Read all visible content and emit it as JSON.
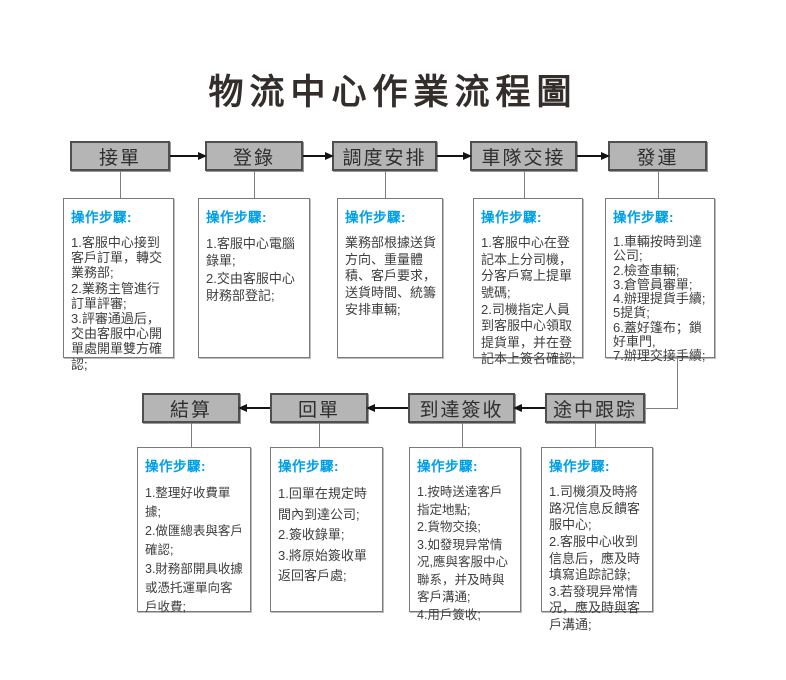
{
  "title": "物流中心作業流程圖",
  "steps_heading": "操作步驟:",
  "top_row": [
    {
      "label": "接單",
      "details": [
        "1.客服中心接到客戶訂單，轉交業務部;",
        "2.業務主管進行訂單評審;",
        "3.評審通過后，交由客服中心開單處開單雙方確認;"
      ]
    },
    {
      "label": "登錄",
      "details": [
        "1.客服中心電腦錄單;",
        "2.交由客服中心財務部登記;"
      ]
    },
    {
      "label": "調度安排",
      "details": [
        "業務部根據送貨方向、重量體積、客戶要求，送貨時間、統籌安排車輛;"
      ]
    },
    {
      "label": "車隊交接",
      "details": [
        "1.客服中心在登記本上分司機，分客戶寫上提單號碼;",
        "2.司機指定人員到客服中心領取提貨單，并在登記本上簽名確認;"
      ]
    },
    {
      "label": "發運",
      "details": [
        "1.車輛按時到達公司;",
        "2.檢查車輛;",
        "3.倉管員審單;",
        "4.辦理提貨手續;",
        "5提貨;",
        "6.蓋好篷布；鎖好車門,",
        "7.辦理交接手續;"
      ]
    }
  ],
  "bottom_row": [
    {
      "label": "結算",
      "details": [
        "1.整理好收費單據;",
        "2.做匯總表與客戶確認;",
        "3.財務部開具收據或憑托運單向客戶收費;"
      ]
    },
    {
      "label": "回單",
      "details": [
        "1.回單在規定時間內到達公司;",
        "2.簽收錄單;",
        "3.將原始簽收單返回客戶處;"
      ]
    },
    {
      "label": "到達簽收",
      "details": [
        "1.按時送達客戶指定地點;",
        "2.貨物交換;",
        "3.如發現异常情况,應與客服中心聯系，并及時與客戶溝通;",
        "4.用戶簽收;"
      ]
    },
    {
      "label": "途中跟踪",
      "details": [
        "1.司機須及時將路况信息反饋客服中心;",
        "2.客服中心收到信息后，應及時填寫追踪記錄;",
        "3.若發現异常情况，應及時與客戶溝通;"
      ]
    }
  ],
  "colors": {
    "accent_heading": "#00a0e8",
    "box_fill": "#b5b5b5"
  }
}
